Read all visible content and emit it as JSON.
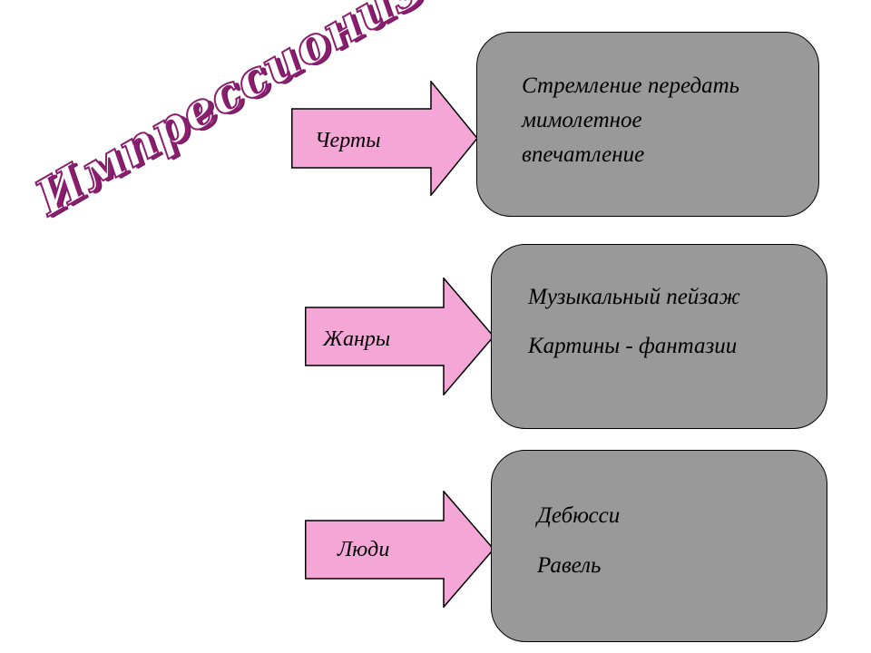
{
  "title": "Импрессионизм",
  "colors": {
    "arrow_fill": "#f4a6d7",
    "box_fill": "#999999",
    "title_color": "#8a1e6e"
  },
  "rows": [
    {
      "label": "Черты",
      "lines": [
        "Стремление передать",
        "мимолетное",
        "впечатление"
      ]
    },
    {
      "label": "Жанры",
      "lines": [
        "Музыкальный пейзаж",
        "Картины - фантазии"
      ]
    },
    {
      "label": "Люди",
      "lines": [
        "Дебюсси",
        "Равель"
      ]
    }
  ]
}
